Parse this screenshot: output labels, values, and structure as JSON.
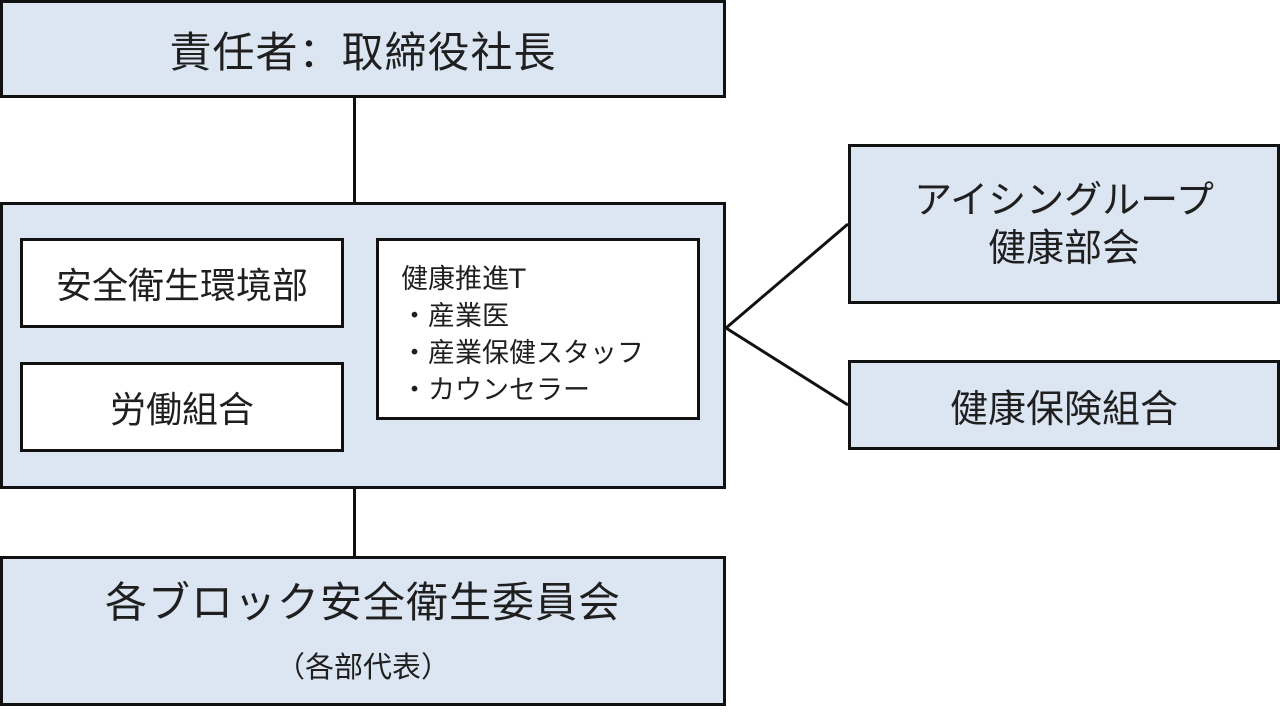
{
  "responsible": "責任者：取締役社長",
  "main": {
    "safety_dept": "安全衛生環境部",
    "labor_union": "労働組合",
    "health_team": {
      "title": "健康推進T",
      "members": [
        "・産業医",
        "・産業保健スタッフ",
        "・カウンセラー"
      ]
    }
  },
  "committee": {
    "title": "各ブロック安全衛生委員会",
    "subtitle": "（各部代表）"
  },
  "right": {
    "aising_line1": "アイシングループ",
    "aising_line2": "健康部会",
    "health_insurance": "健康保険組合"
  },
  "colors": {
    "box_fill": "#dce6f2",
    "inner_box_fill": "#ffffff",
    "border": "#111111"
  }
}
